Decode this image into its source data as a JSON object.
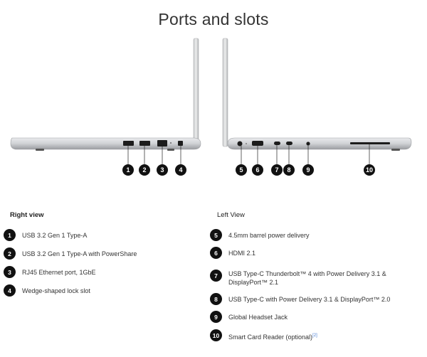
{
  "page": {
    "title": "Ports and slots"
  },
  "right_view": {
    "heading": "Right view",
    "callouts": [
      "1",
      "2",
      "3",
      "4"
    ],
    "items": [
      {
        "num": "1",
        "label": "USB 3.2 Gen 1 Type-A"
      },
      {
        "num": "2",
        "label": "USB 3.2 Gen 1 Type-A with PowerShare"
      },
      {
        "num": "3",
        "label": "RJ45 Ethernet port, 1GbE"
      },
      {
        "num": "4",
        "label": "Wedge-shaped lock slot"
      }
    ]
  },
  "left_view": {
    "heading": "Left View",
    "callouts": [
      "5",
      "6",
      "7",
      "8",
      "9",
      "10"
    ],
    "items": [
      {
        "num": "5",
        "label": "4.5mm barrel power delivery"
      },
      {
        "num": "6",
        "label": "HDMI 2.1"
      },
      {
        "num": "7",
        "label": "USB Type-C Thunderbolt™ 4 with Power Delivery 3.1 & DisplayPort™ 2.1"
      },
      {
        "num": "8",
        "label": "USB Type-C with Power Delivery 3.1 & DisplayPort™ 2.0"
      },
      {
        "num": "9",
        "label": "Global Headset Jack"
      },
      {
        "num": "10",
        "label": "Smart Card Reader (optional)",
        "footnote": "[2]"
      }
    ]
  }
}
